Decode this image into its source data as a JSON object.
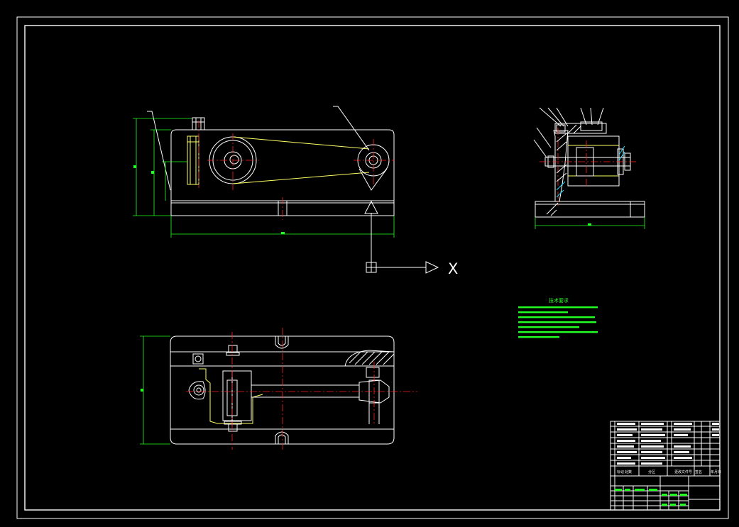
{
  "drawing": {
    "background": "#000000",
    "line_color": "#ffffff",
    "dimension_color": "#22ff22",
    "centerline_color": "#ff2222",
    "hidden_color": "#ffff66",
    "hatch_color": "#22ddff"
  },
  "ucs": {
    "axis_label": "X"
  },
  "notes": {
    "title": "技术要求"
  },
  "title_block": {
    "labels": [
      "标记",
      "处数",
      "分区",
      "更改文件号",
      "签名",
      "年月日"
    ]
  }
}
